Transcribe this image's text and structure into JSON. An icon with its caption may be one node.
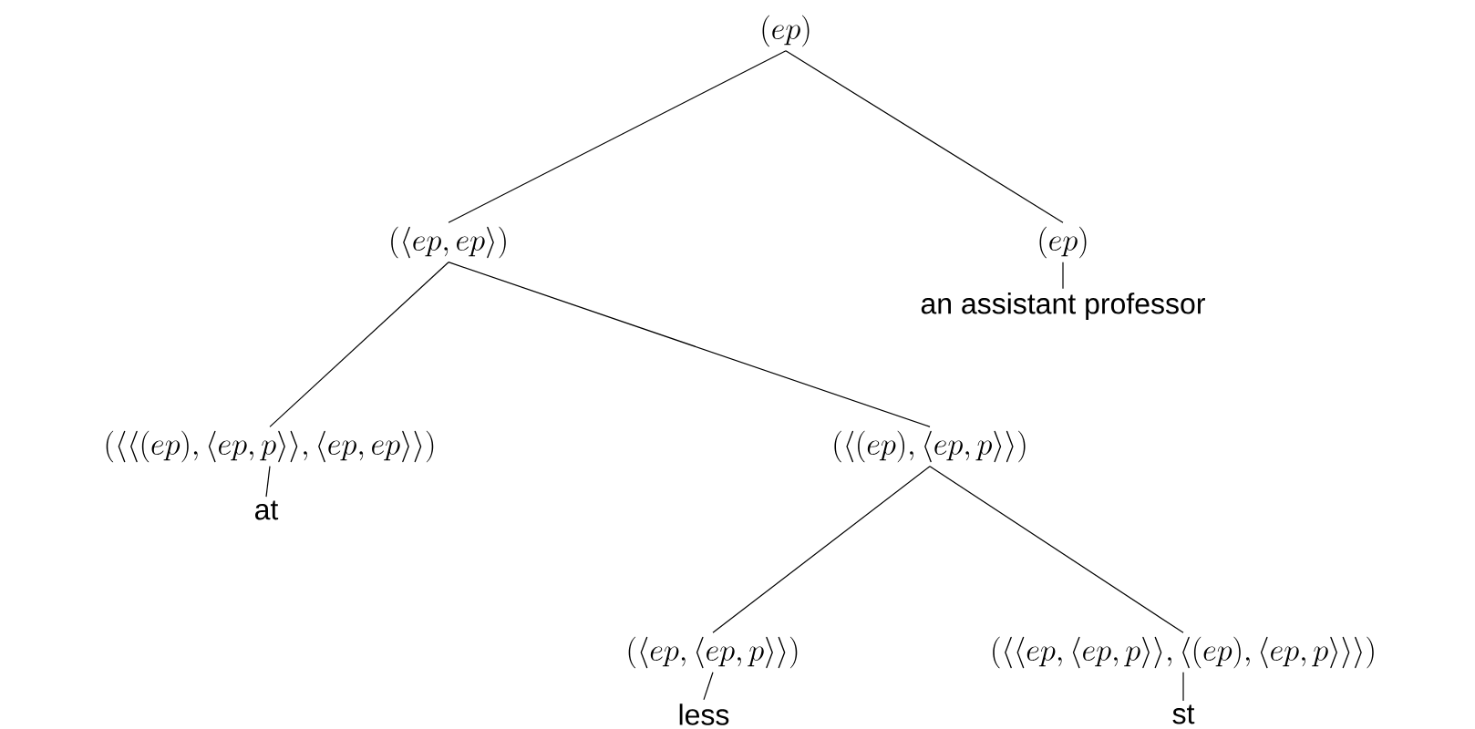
{
  "diagram": {
    "nodes": [
      {
        "text": [
          "(ep)"
        ]
      },
      {
        "text": [
          "(\\langle ep, ep\\rangle)"
        ]
      },
      {
        "text": [
          "(ep)"
        ]
      },
      {
        "text": [
          "an assistant professor"
        ]
      },
      {
        "text": [
          "(\\langle\\langle(ep), \\langle ep, p\\rangle\\rangle, \\langle ep, ep\\rangle\\rangle)"
        ]
      },
      {
        "text": [
          "(\\langle(ep), \\langle ep, p\\rangle\\rangle)"
        ]
      },
      {
        "text": [
          "at"
        ]
      },
      {
        "text": [
          "(\\langle ep, \\langle ep, p\\rangle\\rangle)"
        ]
      },
      {
        "text": [
          "(\\langle\\langle ep, \\langle ep, p\\rangle\\rangle, \\langle(ep), \\langle ep, p\\rangle\\rangle\\rangle)"
        ]
      },
      {
        "text": [
          "less"
        ]
      },
      {
        "text": [
          "st"
        ]
      }
    ],
    "edges": [
      {
        "from": 0,
        "to": 1,
        "arrow": "none"
      },
      {
        "from": 0,
        "to": 2,
        "arrow": "none"
      },
      {
        "from": 2,
        "to": 3,
        "arrow": "none"
      },
      {
        "from": 1,
        "to": 4,
        "arrow": "none"
      },
      {
        "from": 1,
        "to": 5,
        "arrow": "none"
      },
      {
        "from": 4,
        "to": 6,
        "arrow": "none"
      },
      {
        "from": 5,
        "to": 7,
        "arrow": "none"
      },
      {
        "from": 5,
        "to": 8,
        "arrow": "none"
      },
      {
        "from": 7,
        "to": 9,
        "arrow": "none"
      },
      {
        "from": 8,
        "to": 10,
        "arrow": "none"
      }
    ]
  }
}
